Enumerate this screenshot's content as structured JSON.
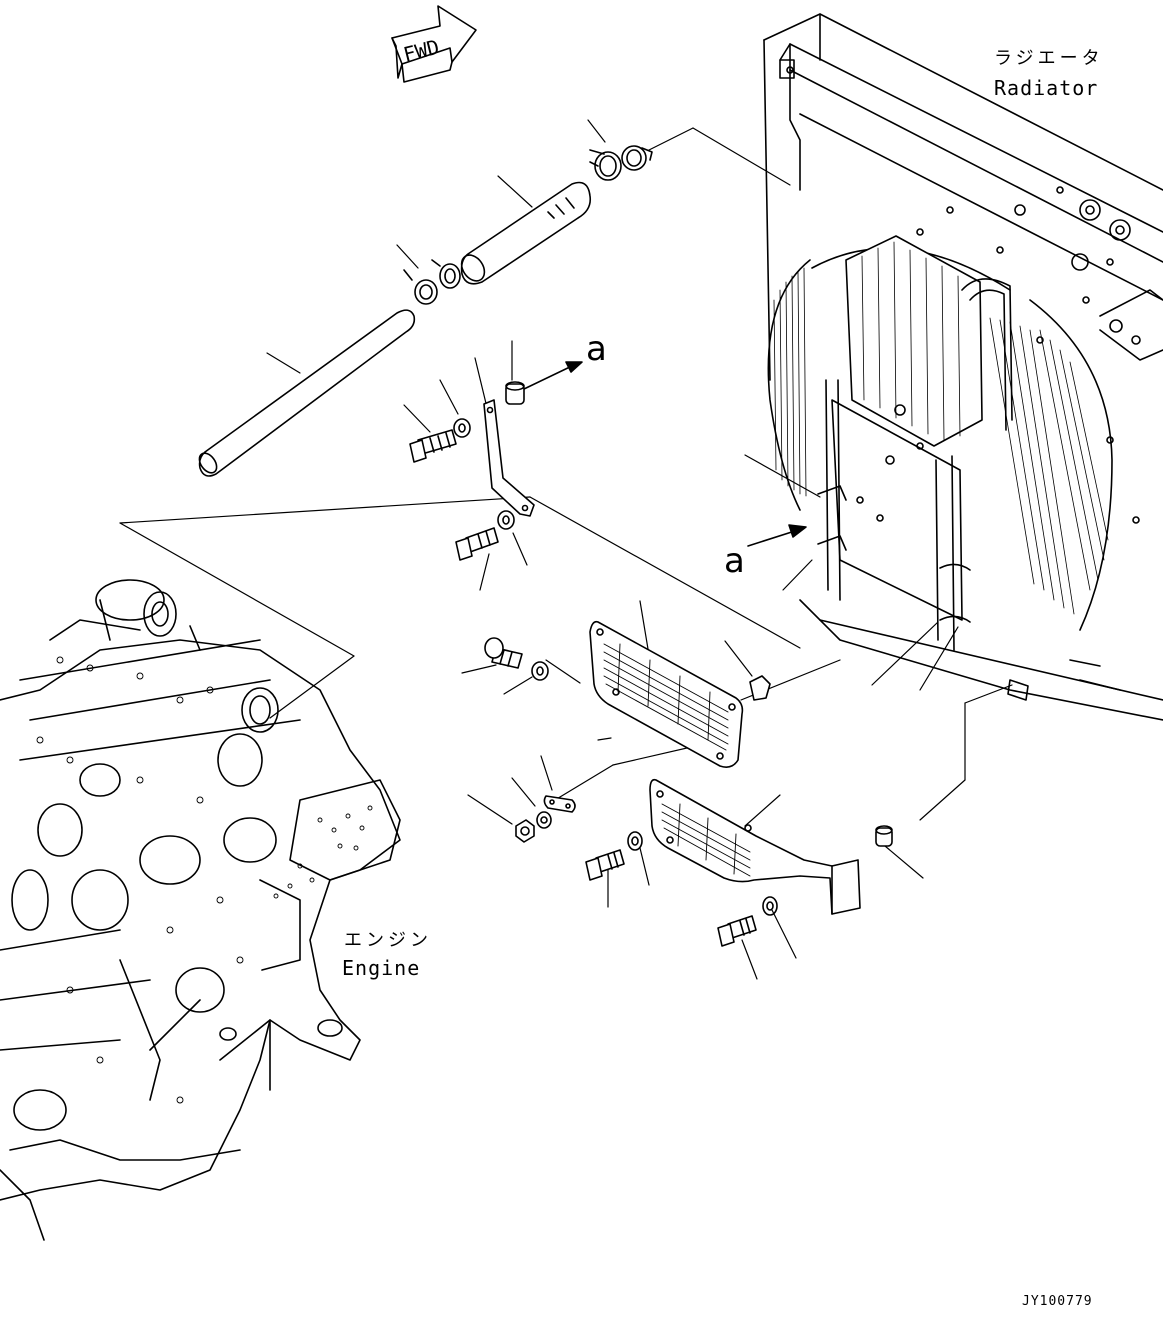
{
  "diagram": {
    "fwd_label": "FWD",
    "radiator": {
      "ja": "ラジエータ",
      "en": "Radiator"
    },
    "engine": {
      "ja": "エンジン",
      "en": "Engine"
    },
    "view_marker": "a",
    "drawing_code": "JY100779"
  }
}
